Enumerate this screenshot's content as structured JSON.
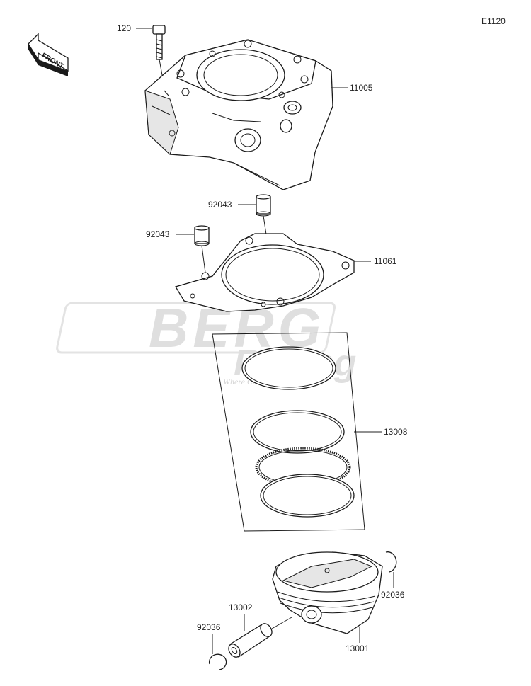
{
  "diagram_code": "E1120",
  "front_label": "FRONT",
  "watermark": {
    "line1": "BERG",
    "line2": "Racing",
    "tagline": "Where Champions are made"
  },
  "callouts": [
    {
      "id": "c120",
      "text": "120"
    },
    {
      "id": "c11005",
      "text": "11005"
    },
    {
      "id": "c92043a",
      "text": "92043"
    },
    {
      "id": "c92043b",
      "text": "92043"
    },
    {
      "id": "c11061",
      "text": "11061"
    },
    {
      "id": "c13008",
      "text": "13008"
    },
    {
      "id": "c92036a",
      "text": "92036"
    },
    {
      "id": "c13002",
      "text": "13002"
    },
    {
      "id": "c92036b",
      "text": "92036"
    },
    {
      "id": "c13001",
      "text": "13001"
    }
  ]
}
